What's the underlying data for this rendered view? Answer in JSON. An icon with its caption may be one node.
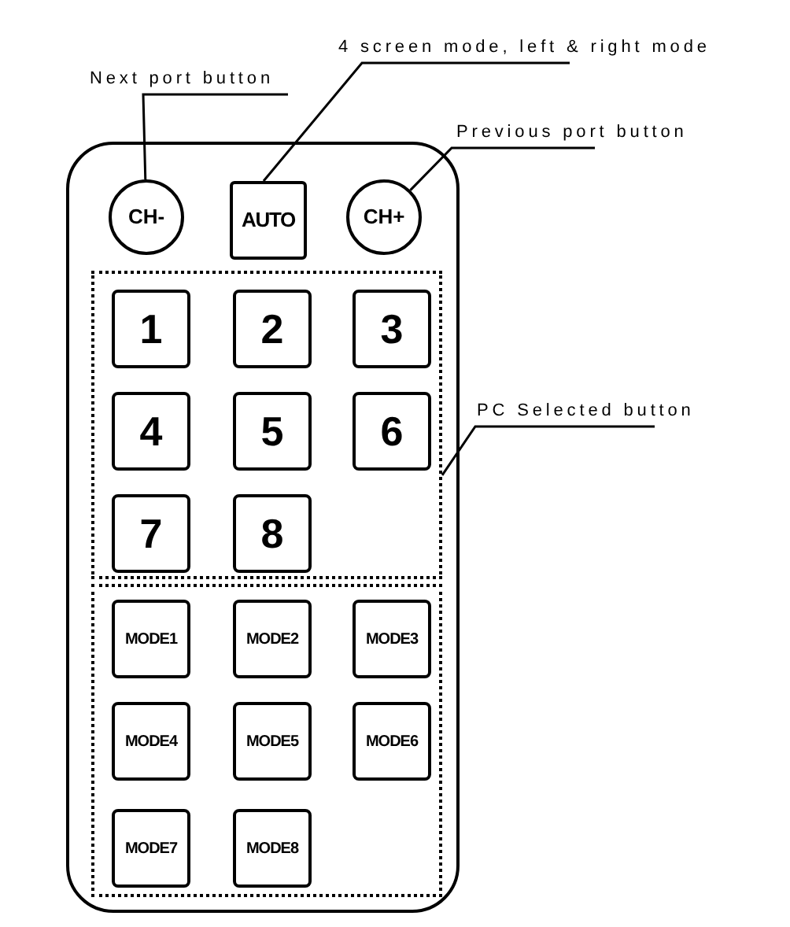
{
  "diagram": {
    "nodes": [
      {
        "text": [],
        "shape": "box"
      },
      {
        "text": [
          "Next port button"
        ]
      },
      {
        "text": [
          "CH-"
        ],
        "in": 0
      },
      {
        "text": [
          "4 screen mode, left & right mode"
        ]
      },
      {
        "text": [
          "AUTO"
        ],
        "in": 0
      },
      {
        "text": [
          "Previous port button"
        ]
      },
      {
        "text": [
          "CH+"
        ],
        "in": 0
      },
      {
        "text": [
          "PC Selected button"
        ]
      },
      {
        "text": [],
        "shape": "box",
        "in": 0
      },
      {
        "text": [
          "1"
        ],
        "in": 8
      },
      {
        "text": [
          "2"
        ],
        "in": 8
      },
      {
        "text": [
          "3"
        ],
        "in": 8
      },
      {
        "text": [
          "4"
        ],
        "in": 8
      },
      {
        "text": [
          "5"
        ],
        "in": 8
      },
      {
        "text": [
          "6"
        ],
        "in": 8
      },
      {
        "text": [
          "7"
        ],
        "in": 8
      },
      {
        "text": [
          "8"
        ],
        "in": 8
      },
      {
        "text": [],
        "shape": "box",
        "in": 0
      },
      {
        "text": [
          "MODE1"
        ],
        "in": 17
      },
      {
        "text": [
          "MODE2"
        ],
        "in": 17
      },
      {
        "text": [
          "MODE3"
        ],
        "in": 17
      },
      {
        "text": [
          "MODE4"
        ],
        "in": 17
      },
      {
        "text": [
          "MODE5"
        ],
        "in": 17
      },
      {
        "text": [
          "MODE6"
        ],
        "in": 17
      },
      {
        "text": [
          "MODE7"
        ],
        "in": 17
      },
      {
        "text": [
          "MODE8"
        ],
        "in": 17
      }
    ],
    "edges": [
      {
        "from": 1,
        "to": 2,
        "arrow": "none"
      },
      {
        "from": 3,
        "to": 4,
        "arrow": "none"
      },
      {
        "from": 5,
        "to": 6,
        "arrow": "none"
      },
      {
        "from": 7,
        "to": 8,
        "arrow": "none"
      }
    ]
  }
}
